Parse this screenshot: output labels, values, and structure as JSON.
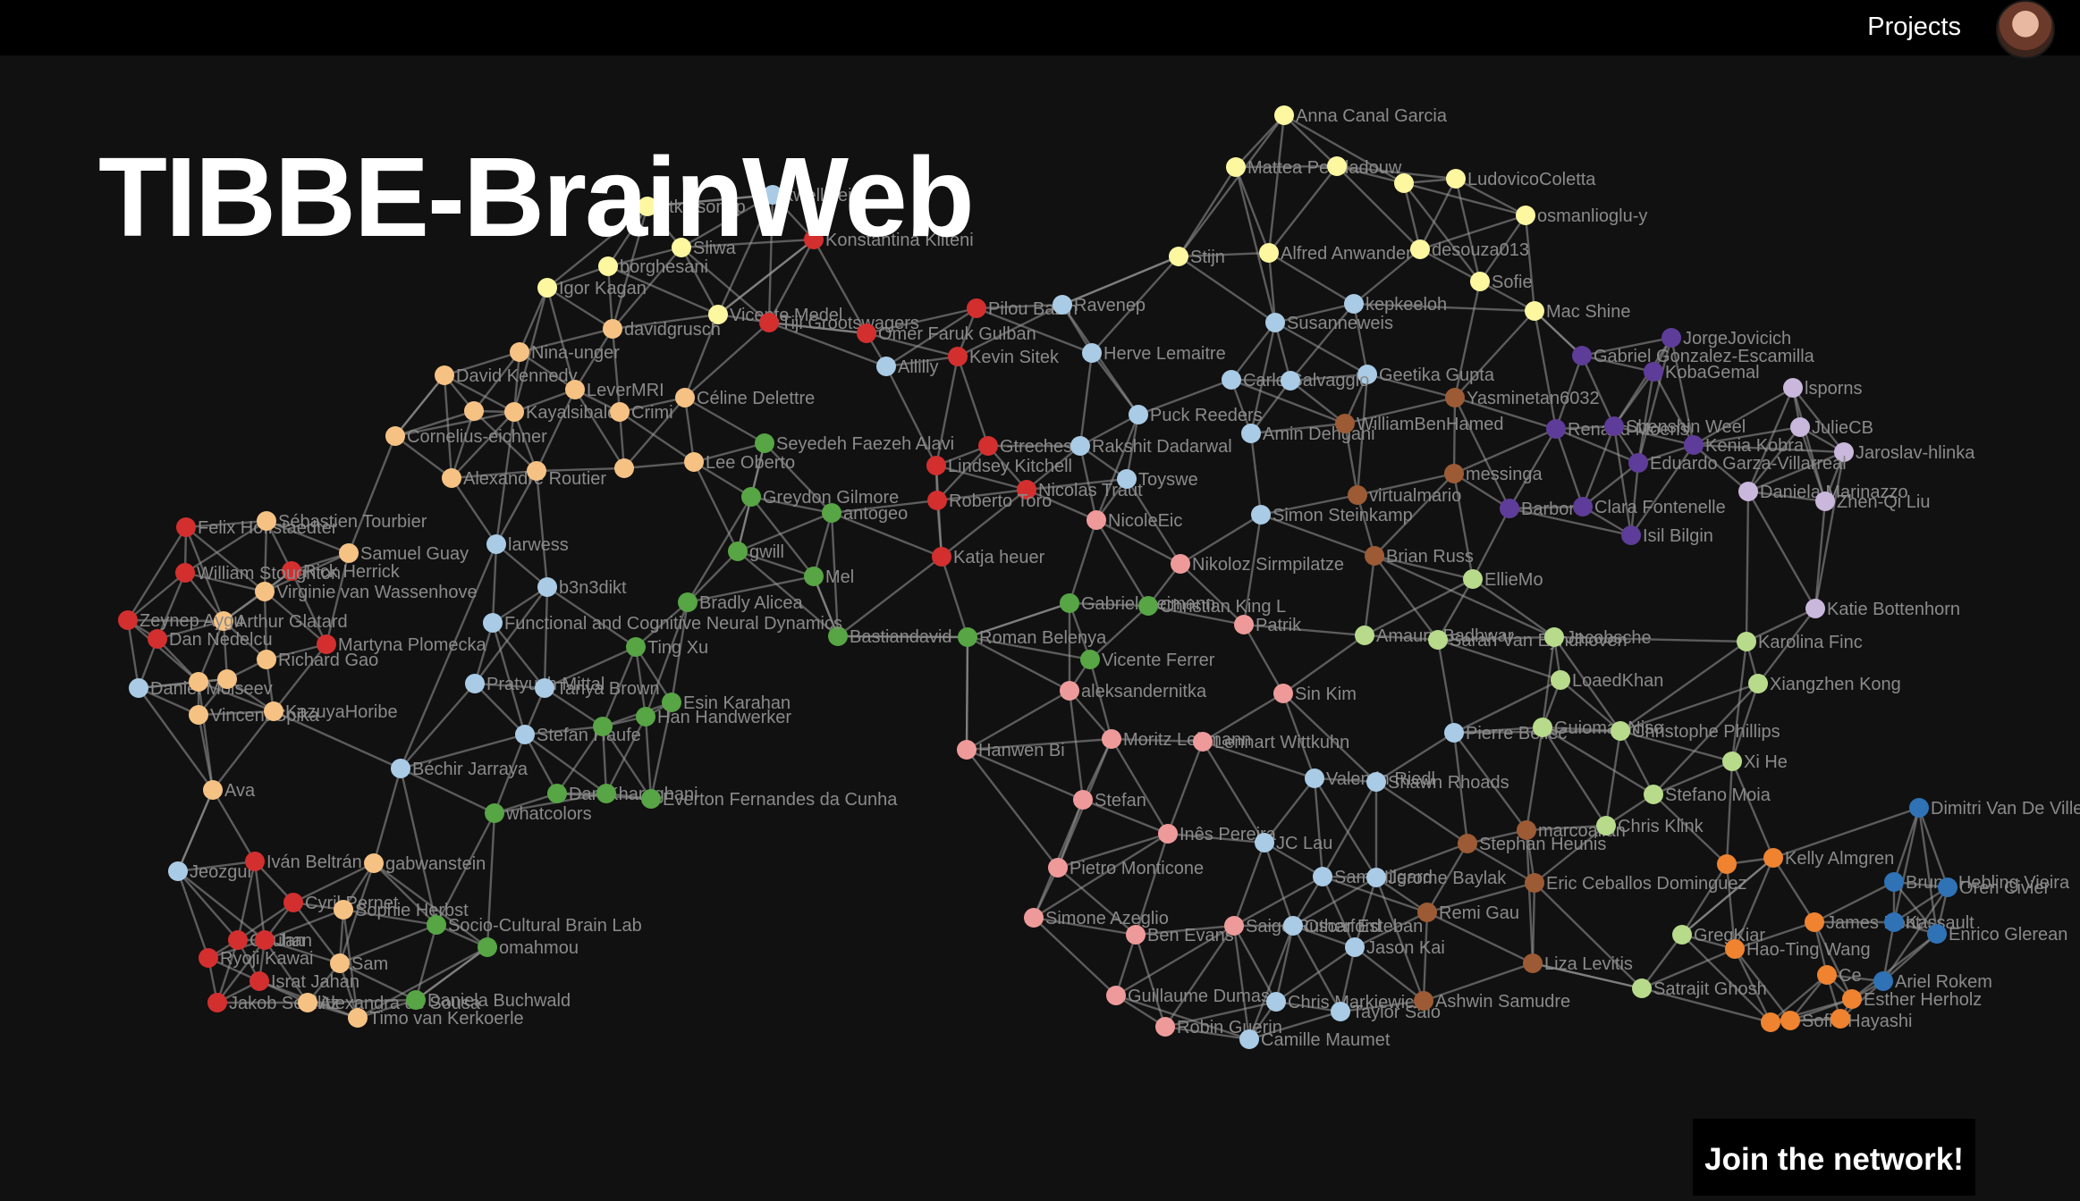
{
  "header": {
    "nav_projects": "Projects",
    "avatar": "user-avatar"
  },
  "title": "TIBBE-BrainWeb",
  "join_button": "Join the network!",
  "colors": {
    "red": "#d32f2f",
    "peach": "#f6c283",
    "blue": "#a9cbe6",
    "yellow": "#fdf7a0",
    "green": "#57a544",
    "pink": "#ef9a9a",
    "brown": "#9c5b35",
    "purple": "#5e3c99",
    "lavender": "#c9b7dc",
    "lime": "#b7db8b",
    "orange": "#ef8330",
    "navy": "#2f72b6"
  },
  "network": {
    "nodes": [
      {
        "id": "n1",
        "label": "Anna Canal Garcia",
        "g": "yellow"
      },
      {
        "id": "n2",
        "label": "Mattea Pendadouw",
        "g": "yellow"
      },
      {
        "id": "n3",
        "label": "",
        "g": "yellow"
      },
      {
        "id": "n4",
        "label": "",
        "g": "yellow"
      },
      {
        "id": "n5",
        "label": "LudovicoColetta",
        "g": "yellow"
      },
      {
        "id": "n6",
        "label": "osmanlioglu-y",
        "g": "yellow"
      },
      {
        "id": "n7",
        "label": "Stijn",
        "g": "yellow"
      },
      {
        "id": "n8",
        "label": "Alfred Anwander",
        "g": "yellow"
      },
      {
        "id": "n9",
        "label": "desouza013",
        "g": "yellow"
      },
      {
        "id": "n10",
        "label": "Sofie",
        "g": "yellow"
      },
      {
        "id": "n11",
        "label": "Mac Shine",
        "g": "yellow"
      },
      {
        "id": "n12",
        "label": "atkinsonap",
        "g": "yellow"
      },
      {
        "id": "n13",
        "label": "kwellstein",
        "g": "blue"
      },
      {
        "id": "n14",
        "label": "Konstantina Kilteni",
        "g": "red"
      },
      {
        "id": "n15",
        "label": "Sliwa",
        "g": "yellow"
      },
      {
        "id": "n16",
        "label": "borghesani",
        "g": "yellow"
      },
      {
        "id": "n17",
        "label": "Igor Kagan",
        "g": "yellow"
      },
      {
        "id": "n18",
        "label": "Vicente Medel",
        "g": "yellow"
      },
      {
        "id": "n19",
        "label": "Tiji Grootswagers",
        "g": "red"
      },
      {
        "id": "n20",
        "label": "davidgrusch",
        "g": "peach"
      },
      {
        "id": "n21",
        "label": "Nina-unger",
        "g": "peach"
      },
      {
        "id": "n22",
        "label": "David Kennedy",
        "g": "peach"
      },
      {
        "id": "n23",
        "label": "LeverMRI",
        "g": "peach"
      },
      {
        "id": "n24",
        "label": "",
        "g": "peach"
      },
      {
        "id": "n25",
        "label": "Kayalsibaldi",
        "g": "peach"
      },
      {
        "id": "n26",
        "label": "Crimi",
        "g": "peach"
      },
      {
        "id": "n27",
        "label": "Céline Delettre",
        "g": "peach"
      },
      {
        "id": "n28",
        "label": "Cornelius-eichner",
        "g": "peach"
      },
      {
        "id": "n29",
        "label": "Alexandre Routier",
        "g": "peach"
      },
      {
        "id": "n30",
        "label": "",
        "g": "peach"
      },
      {
        "id": "n31",
        "label": "",
        "g": "peach"
      },
      {
        "id": "n32",
        "label": "Lee Oberto",
        "g": "peach"
      },
      {
        "id": "n33",
        "label": "Pilou Bazin",
        "g": "red"
      },
      {
        "id": "n34",
        "label": "Ravenep",
        "g": "blue"
      },
      {
        "id": "n35",
        "label": "Omer Faruk Gulban",
        "g": "red"
      },
      {
        "id": "n36",
        "label": "Kevin Sitek",
        "g": "red"
      },
      {
        "id": "n37",
        "label": "Allilly",
        "g": "blue"
      },
      {
        "id": "n38",
        "label": "Herve Lemaitre",
        "g": "blue"
      },
      {
        "id": "n39",
        "label": "Seyedeh Faezeh Alavi",
        "g": "green"
      },
      {
        "id": "n40",
        "label": "Greydon Gilmore",
        "g": "green"
      },
      {
        "id": "n41",
        "label": "antogeo",
        "g": "green"
      },
      {
        "id": "n42",
        "label": "gwill",
        "g": "green"
      },
      {
        "id": "n43",
        "label": "Mel",
        "g": "green"
      },
      {
        "id": "n44",
        "label": "Bradly Alicea",
        "g": "green"
      },
      {
        "id": "n45",
        "label": "Bastiandavid",
        "g": "green"
      },
      {
        "id": "n46",
        "label": "Roman Belenya",
        "g": "green"
      },
      {
        "id": "n47",
        "label": "Gtreches",
        "g": "red"
      },
      {
        "id": "n48",
        "label": "Lindsey Kitchell",
        "g": "red"
      },
      {
        "id": "n49",
        "label": "Nicolas Traut",
        "g": "red"
      },
      {
        "id": "n50",
        "label": "Roberto Toro",
        "g": "red"
      },
      {
        "id": "n51",
        "label": "Katja heuer",
        "g": "red"
      },
      {
        "id": "n52",
        "label": "Felix Hoffstaedter",
        "g": "red"
      },
      {
        "id": "n53",
        "label": "Sébastien Tourbier",
        "g": "peach"
      },
      {
        "id": "n54",
        "label": "Samuel Guay",
        "g": "peach"
      },
      {
        "id": "n55",
        "label": "Rick Herrick",
        "g": "red"
      },
      {
        "id": "n56",
        "label": "William Stoughton",
        "g": "red"
      },
      {
        "id": "n57",
        "label": "Virginie van Wassenhove",
        "g": "peach"
      },
      {
        "id": "n58",
        "label": "Arthur Glatard",
        "g": "peach"
      },
      {
        "id": "n59",
        "label": "Martyna Plomecka",
        "g": "red"
      },
      {
        "id": "n60",
        "label": "Richard Gao",
        "g": "peach"
      },
      {
        "id": "n61",
        "label": "Zeynep Aygu",
        "g": "red"
      },
      {
        "id": "n62",
        "label": "Dan Nedelcu",
        "g": "red"
      },
      {
        "id": "n63",
        "label": "Daniel Moiseev",
        "g": "blue"
      },
      {
        "id": "n64",
        "label": "Vincent Spika",
        "g": "peach"
      },
      {
        "id": "n65",
        "label": "KazuyaHoribe",
        "g": "peach"
      },
      {
        "id": "n66",
        "label": "",
        "g": "peach"
      },
      {
        "id": "n67",
        "label": "",
        "g": "peach"
      },
      {
        "id": "n68",
        "label": "Ava",
        "g": "peach"
      },
      {
        "id": "n69",
        "label": "larwess",
        "g": "blue"
      },
      {
        "id": "n70",
        "label": "b3n3dikt",
        "g": "blue"
      },
      {
        "id": "n71",
        "label": "Functional and Cognitive Neural Dynamics",
        "g": "blue"
      },
      {
        "id": "n72",
        "label": "Ting Xu",
        "g": "green"
      },
      {
        "id": "n73",
        "label": "Pratyush Mittal",
        "g": "blue"
      },
      {
        "id": "n74",
        "label": "Tanya Brown",
        "g": "blue"
      },
      {
        "id": "n75",
        "label": "Esin Karahan",
        "g": "green"
      },
      {
        "id": "n76",
        "label": "Han Handwerker",
        "g": "green"
      },
      {
        "id": "n77",
        "label": "Stefan Haufe",
        "g": "blue"
      },
      {
        "id": "n78",
        "label": "",
        "g": "green"
      },
      {
        "id": "n79",
        "label": "Béchir Jarraya",
        "g": "blue"
      },
      {
        "id": "n80",
        "label": "whatcolors",
        "g": "green"
      },
      {
        "id": "n81",
        "label": "Dan Kharaghani",
        "g": "green"
      },
      {
        "id": "n82",
        "label": "",
        "g": "green"
      },
      {
        "id": "n83",
        "label": "Everton Fernandes da Cunha",
        "g": "green"
      },
      {
        "id": "n84",
        "label": "Jeozgur",
        "g": "blue"
      },
      {
        "id": "n85",
        "label": "Iván Beltrán",
        "g": "red"
      },
      {
        "id": "n86",
        "label": "gabwanstein",
        "g": "peach"
      },
      {
        "id": "n87",
        "label": "Cyril Pernet",
        "g": "red"
      },
      {
        "id": "n88",
        "label": "Sophie Herbst",
        "g": "peach"
      },
      {
        "id": "n89",
        "label": "Socio-Cultural Brain Lab",
        "g": "green"
      },
      {
        "id": "n90",
        "label": "omahmou",
        "g": "green"
      },
      {
        "id": "n91",
        "label": "Chuhan",
        "g": "red"
      },
      {
        "id": "n92",
        "label": "Jan",
        "g": "red"
      },
      {
        "id": "n93",
        "label": "Ryoji Kawai",
        "g": "red"
      },
      {
        "id": "n94",
        "label": "Sam",
        "g": "peach"
      },
      {
        "id": "n95",
        "label": "Israt Jahan",
        "g": "red"
      },
      {
        "id": "n96",
        "label": "Jakob Seidlitz",
        "g": "red"
      },
      {
        "id": "n97",
        "label": "Alexandra de Sousa",
        "g": "peach"
      },
      {
        "id": "n98",
        "label": "Daniela Buchwald",
        "g": "green"
      },
      {
        "id": "n99",
        "label": "Timo van Kerkoerle",
        "g": "peach"
      },
      {
        "id": "n100",
        "label": "kepkeeloh",
        "g": "blue"
      },
      {
        "id": "n101",
        "label": "Susanneweis",
        "g": "blue"
      },
      {
        "id": "n102",
        "label": "Geetika Gupta",
        "g": "blue"
      },
      {
        "id": "n103",
        "label": "Carlo Salvaggio",
        "g": "blue"
      },
      {
        "id": "n104",
        "label": "",
        "g": "blue"
      },
      {
        "id": "n105",
        "label": "Amin Dehgani",
        "g": "blue"
      },
      {
        "id": "n106",
        "label": "WilliamBenHamed",
        "g": "brown"
      },
      {
        "id": "n107",
        "label": "Yasminetan6032",
        "g": "brown"
      },
      {
        "id": "n108",
        "label": "Puck Reeders",
        "g": "blue"
      },
      {
        "id": "n109",
        "label": "Rakshit Dadarwal",
        "g": "blue"
      },
      {
        "id": "n110",
        "label": "Toyswe",
        "g": "blue"
      },
      {
        "id": "n111",
        "label": "NicoleEic",
        "g": "pink"
      },
      {
        "id": "n112",
        "label": "Simon Steinkamp",
        "g": "blue"
      },
      {
        "id": "n113",
        "label": "virtualmario",
        "g": "brown"
      },
      {
        "id": "n114",
        "label": "messinga",
        "g": "brown"
      },
      {
        "id": "n115",
        "label": "Brian Russ",
        "g": "brown"
      },
      {
        "id": "n116",
        "label": "Nikoloz Sirmpilatze",
        "g": "pink"
      },
      {
        "id": "n117",
        "label": "EllieMo",
        "g": "lime"
      },
      {
        "id": "n118",
        "label": "Gabriel Reimann",
        "g": "green"
      },
      {
        "id": "n119",
        "label": "Christian King L",
        "g": "green"
      },
      {
        "id": "n120",
        "label": "Patrik",
        "g": "pink"
      },
      {
        "id": "n121",
        "label": "Amaury Badhwar",
        "g": "lime"
      },
      {
        "id": "n122",
        "label": "Sarah Van Eyndhoven",
        "g": "lime"
      },
      {
        "id": "n123",
        "label": "Jacobsche",
        "g": "lime"
      },
      {
        "id": "n124",
        "label": "Vicente Ferrer",
        "g": "green"
      },
      {
        "id": "n125",
        "label": "aleksandernitka",
        "g": "pink"
      },
      {
        "id": "n126",
        "label": "Hanwen Bi",
        "g": "pink"
      },
      {
        "id": "n127",
        "label": "Moritz Lehmann",
        "g": "pink"
      },
      {
        "id": "n128",
        "label": "Lennart Wittkuhn",
        "g": "pink"
      },
      {
        "id": "n129",
        "label": "Sin Kim",
        "g": "pink"
      },
      {
        "id": "n130",
        "label": "Pierre Bellec",
        "g": "blue"
      },
      {
        "id": "n131",
        "label": "Stefan",
        "g": "pink"
      },
      {
        "id": "n132",
        "label": "Valentin Riedl",
        "g": "blue"
      },
      {
        "id": "n133",
        "label": "Shawn Rhoads",
        "g": "blue"
      },
      {
        "id": "n134",
        "label": "Inês Pereira",
        "g": "pink"
      },
      {
        "id": "n135",
        "label": "JC Lau",
        "g": "blue"
      },
      {
        "id": "n136",
        "label": "Pietro Monticone",
        "g": "pink"
      },
      {
        "id": "n137",
        "label": "Sam Hilgard",
        "g": "blue"
      },
      {
        "id": "n138",
        "label": "Jerome Baylak",
        "g": "blue"
      },
      {
        "id": "n139",
        "label": "Stephan Heunis",
        "g": "brown"
      },
      {
        "id": "n140",
        "label": "marcoallan",
        "g": "brown"
      },
      {
        "id": "n141",
        "label": "Eric Ceballos Dominguez",
        "g": "brown"
      },
      {
        "id": "n142",
        "label": "Remi Gau",
        "g": "brown"
      },
      {
        "id": "n143",
        "label": "Simone Azeglio",
        "g": "pink"
      },
      {
        "id": "n144",
        "label": "Ben Evans",
        "g": "pink"
      },
      {
        "id": "n145",
        "label": "Saige Rutherford",
        "g": "pink"
      },
      {
        "id": "n146",
        "label": "Oscar Esteban",
        "g": "blue"
      },
      {
        "id": "n147",
        "label": "Jason Kai",
        "g": "blue"
      },
      {
        "id": "n148",
        "label": "Liza Levitis",
        "g": "brown"
      },
      {
        "id": "n149",
        "label": "Guillaume Dumas",
        "g": "pink"
      },
      {
        "id": "n150",
        "label": "Chris Markiewicz",
        "g": "blue"
      },
      {
        "id": "n151",
        "label": "Taylor Salo",
        "g": "blue"
      },
      {
        "id": "n152",
        "label": "Ashwin Samudre",
        "g": "brown"
      },
      {
        "id": "n153",
        "label": "Robin Guerin",
        "g": "pink"
      },
      {
        "id": "n154",
        "label": "Camille Maumet",
        "g": "blue"
      },
      {
        "id": "n155",
        "label": "JorgeJovicich",
        "g": "purple"
      },
      {
        "id": "n156",
        "label": "Gabriel Gonzalez-Escamilla",
        "g": "purple"
      },
      {
        "id": "n157",
        "label": "KobaGemal",
        "g": "purple"
      },
      {
        "id": "n158",
        "label": "lsporns",
        "g": "lavender"
      },
      {
        "id": "n159",
        "label": "JulieCB",
        "g": "lavender"
      },
      {
        "id": "n160",
        "label": "Jaroslav-hlinka",
        "g": "lavender"
      },
      {
        "id": "n161",
        "label": "Renaud Moens",
        "g": "purple"
      },
      {
        "id": "n162",
        "label": "Shenshin Weel",
        "g": "purple"
      },
      {
        "id": "n163",
        "label": "Kenia Kobra",
        "g": "purple"
      },
      {
        "id": "n164",
        "label": "Eduardo Garza-Villarreal",
        "g": "purple"
      },
      {
        "id": "n165",
        "label": "Daniela Marinazzo",
        "g": "lavender"
      },
      {
        "id": "n166",
        "label": "Zhen-Qi Liu",
        "g": "lavender"
      },
      {
        "id": "n167",
        "label": "Barbora",
        "g": "purple"
      },
      {
        "id": "n168",
        "label": "Clara Fontenelle",
        "g": "purple"
      },
      {
        "id": "n169",
        "label": "Isil Bilgin",
        "g": "purple"
      },
      {
        "id": "n170",
        "label": "Katie Bottenhorn",
        "g": "lavender"
      },
      {
        "id": "n171",
        "label": "Karolina Finc",
        "g": "lime"
      },
      {
        "id": "n172",
        "label": "LoaedKhan",
        "g": "lime"
      },
      {
        "id": "n173",
        "label": "Xiangzhen Kong",
        "g": "lime"
      },
      {
        "id": "n174",
        "label": "Guiomar Niso",
        "g": "lime"
      },
      {
        "id": "n175",
        "label": "Christophe Phillips",
        "g": "lime"
      },
      {
        "id": "n176",
        "label": "Xi He",
        "g": "lime"
      },
      {
        "id": "n177",
        "label": "Stefano Moia",
        "g": "lime"
      },
      {
        "id": "n178",
        "label": "Chris Klink",
        "g": "lime"
      },
      {
        "id": "n179",
        "label": "Dimitri Van De Ville",
        "g": "navy"
      },
      {
        "id": "n180",
        "label": "Kelly Almgren",
        "g": "orange"
      },
      {
        "id": "n181",
        "label": "",
        "g": "orange"
      },
      {
        "id": "n182",
        "label": "Bruno Hebling Vieira",
        "g": "navy"
      },
      {
        "id": "n183",
        "label": "Oren Civier",
        "g": "navy"
      },
      {
        "id": "n184",
        "label": "GregKiar",
        "g": "lime"
      },
      {
        "id": "n185",
        "label": "James Kent",
        "g": "orange"
      },
      {
        "id": "n186",
        "label": "Kassault",
        "g": "navy"
      },
      {
        "id": "n187",
        "label": "Enrico Glerean",
        "g": "navy"
      },
      {
        "id": "n188",
        "label": "Hao-Ting Wang",
        "g": "orange"
      },
      {
        "id": "n189",
        "label": "Satrajit Ghosh",
        "g": "lime"
      },
      {
        "id": "n190",
        "label": "Ariel Rokem",
        "g": "navy"
      },
      {
        "id": "n191",
        "label": "Ce",
        "g": "orange"
      },
      {
        "id": "n192",
        "label": "Esther Herholz",
        "g": "orange"
      },
      {
        "id": "n193",
        "label": "Sofie Hayashi",
        "g": "orange"
      },
      {
        "id": "n194",
        "label": "",
        "g": "orange"
      },
      {
        "id": "n195",
        "label": "",
        "g": "orange"
      }
    ]
  }
}
